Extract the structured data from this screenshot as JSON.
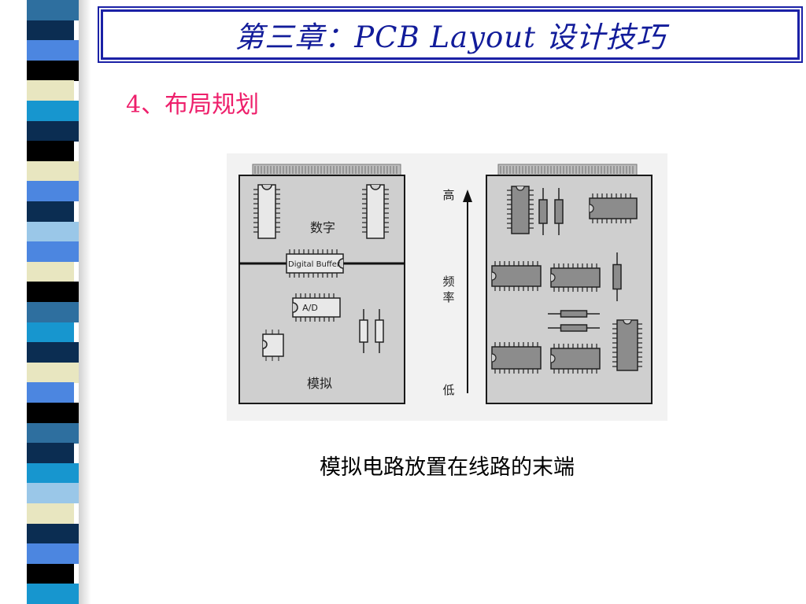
{
  "slide": {
    "title": "第三章：PCB Layout 设计技巧",
    "section_heading": "4、布局规划",
    "caption": "模拟电路放置在线路的末端"
  },
  "colors": {
    "title_blue": "#121c9a",
    "title_border": "#1b21a6",
    "heading_pink": "#ee1f6b",
    "board_fill": "#cfcfcf",
    "board_stroke": "#1a1a1a",
    "chip_fill": "#8c8c8c"
  },
  "stripes": [
    {
      "color": "#2e6f9f"
    },
    {
      "color": "#0b2d52"
    },
    {
      "color": "#4c86e0"
    },
    {
      "color": "#000000"
    },
    {
      "color": "#e8e6c0"
    },
    {
      "color": "#1796cf"
    },
    {
      "color": "#0b2d52"
    },
    {
      "color": "#000000"
    },
    {
      "color": "#e8e6c0"
    },
    {
      "color": "#4c86e0"
    },
    {
      "color": "#0b2d52"
    },
    {
      "color": "#9ac7e8"
    },
    {
      "color": "#4c86e0"
    },
    {
      "color": "#e8e6c0"
    },
    {
      "color": "#000000"
    },
    {
      "color": "#2e6f9f"
    },
    {
      "color": "#1796cf"
    },
    {
      "color": "#0b2d52"
    },
    {
      "color": "#e8e6c0"
    },
    {
      "color": "#4c86e0"
    },
    {
      "color": "#000000"
    },
    {
      "color": "#2e6f9f"
    },
    {
      "color": "#0b2d52"
    },
    {
      "color": "#1796cf"
    },
    {
      "color": "#9ac7e8"
    },
    {
      "color": "#e8e6c0"
    },
    {
      "color": "#0b2d52"
    },
    {
      "color": "#4c86e0"
    },
    {
      "color": "#000000"
    },
    {
      "color": "#1796cf"
    }
  ],
  "diagram": {
    "left_board": {
      "digital_label": "数字",
      "buffer_label": "Digital Buffer",
      "ad_label": "A/D",
      "analog_label": "模拟"
    },
    "frequency_axis": {
      "high_label": "高",
      "middle_label_1": "频",
      "middle_label_2": "率",
      "low_label": "低"
    }
  }
}
